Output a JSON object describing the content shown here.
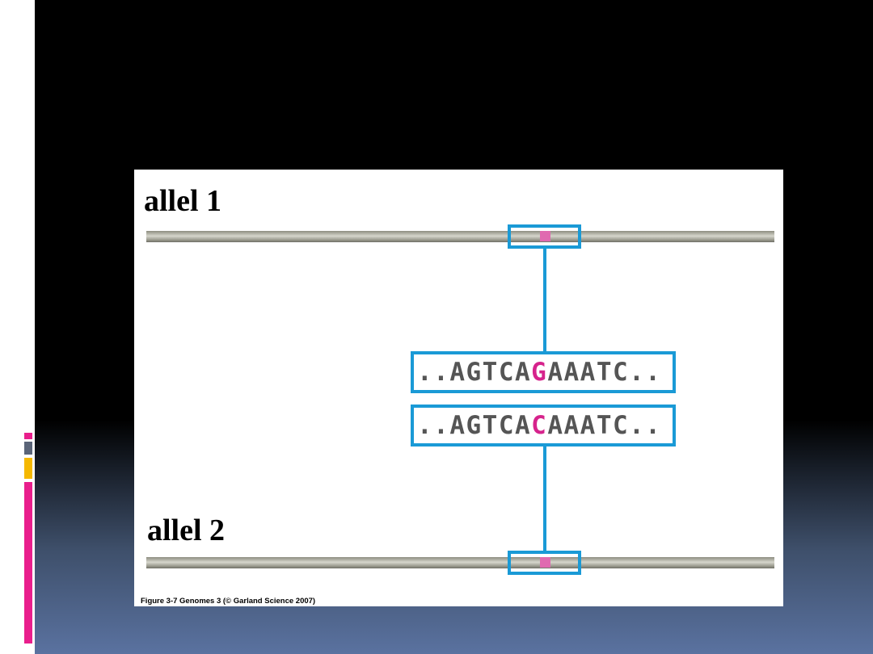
{
  "decoration": {
    "bar_colors": [
      "#e91e8c",
      "#5a6478",
      "#f5b800",
      "#e91e8c"
    ]
  },
  "figure": {
    "allele1_label": "allel 1",
    "allele2_label": "allel 2",
    "sequence1": {
      "prefix": "..AGTCA",
      "snp": "G",
      "suffix": "AAATC.."
    },
    "sequence2": {
      "prefix": "..AGTCA",
      "snp": "C",
      "suffix": "AAATC.."
    },
    "caption": "Figure 3-7  Genomes 3 (© Garland Science 2007)",
    "colors": {
      "highlight": "#1a9ad6",
      "snp": "#d6238c"
    }
  }
}
